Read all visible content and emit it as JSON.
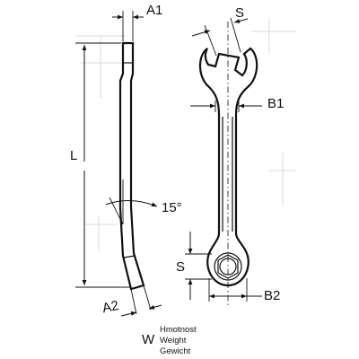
{
  "labels": {
    "a1": "A1",
    "s_top": "S",
    "b1": "B1",
    "l": "L",
    "angle": "15°",
    "s_ring": "S",
    "a2": "A2",
    "b2": "B2",
    "w": "W",
    "weight_cz": "Hmotnost",
    "weight_en": "Weight",
    "weight_de": "Gewicht"
  },
  "colors": {
    "line": "#111111",
    "background": "#ffffff"
  }
}
